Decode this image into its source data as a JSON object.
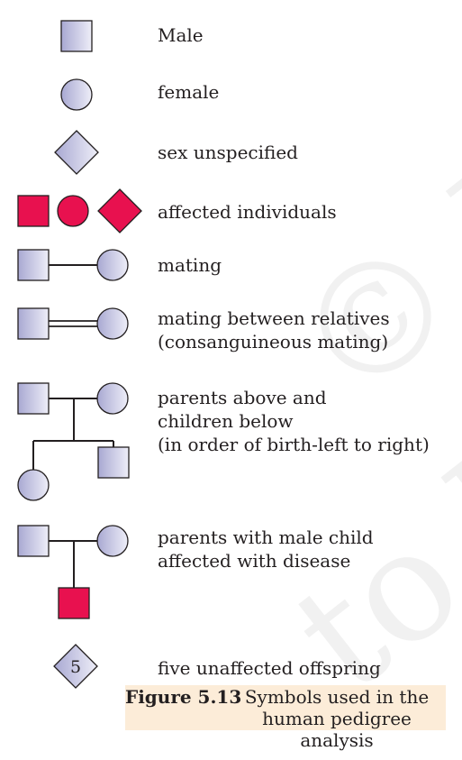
{
  "watermark": {
    "line1": "© NCE",
    "line2": "to be"
  },
  "legend": {
    "male": "Male",
    "female": "female",
    "unspecified": "sex unspecified",
    "affected": "affected individuals",
    "mating": "mating",
    "relatives_line1": "mating between relatives",
    "relatives_line2": "(consanguineous mating)",
    "parents_line1": "parents above and",
    "parents_line2": "children below",
    "parents_line3": "(in order of birth-left to right)",
    "affected_child_line1": "parents with male child",
    "affected_child_line2": "affected with disease",
    "offspring_count": "5",
    "offspring_label": "five unaffected offspring"
  },
  "caption": {
    "figure_label": "Figure  5.13",
    "figure_title": "Symbols used in the human pedigree analysis"
  },
  "colors": {
    "affected": "#e8114f",
    "symbol_light": "#e6e6f4",
    "symbol_dark": "#a8a8d2",
    "line": "#231f20",
    "caption_bg": "#fcecd8"
  }
}
